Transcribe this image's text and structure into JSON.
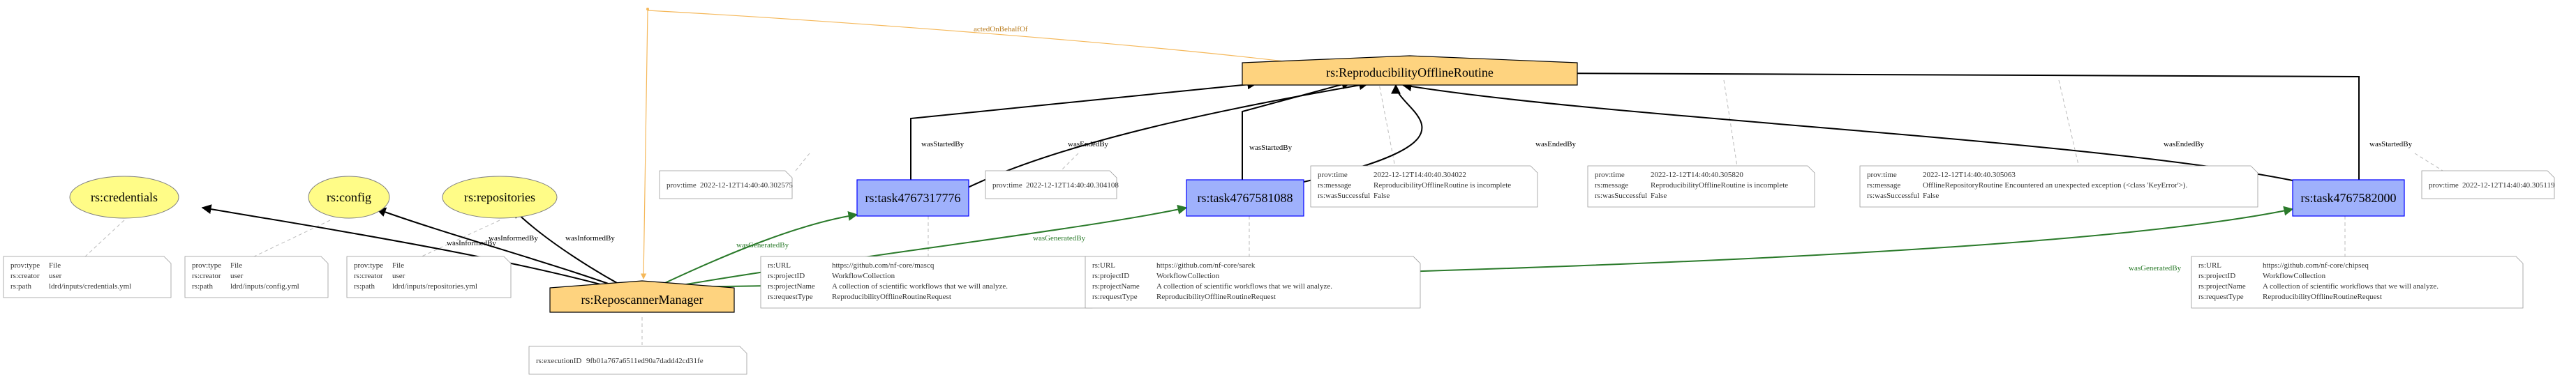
{
  "nodes": {
    "routine": "rs:ReproducibilityOfflineRoutine",
    "manager": "rs:ReposcannerManager",
    "credentials": "rs:credentials",
    "config": "rs:config",
    "repositories": "rs:repositories",
    "task1": "rs:task4767317776",
    "task2": "rs:task4767581088",
    "task3": "rs:task4767582000"
  },
  "edges": {
    "actedOnBehalfOf": "actedOnBehalfOf",
    "wasStartedBy": "wasStartedBy",
    "wasEndedBy": "wasEndedBy",
    "wasInformedBy": "wasInformedBy",
    "wasGeneratedBy": "wasGeneratedBy"
  },
  "notes": {
    "t1_start": {
      "k": "prov:time",
      "v": "2022-12-12T14:40:40.302575"
    },
    "t1_end": {
      "k": "prov:time",
      "v": "2022-12-12T14:40:40.304108"
    },
    "t2_end": [
      {
        "k": "prov:time",
        "v": "2022-12-12T14:40:40.304022"
      },
      {
        "k": "rs:message",
        "v": "ReproducibilityOfflineRoutine is incomplete"
      },
      {
        "k": "rs:wasSuccessful",
        "v": "False"
      }
    ],
    "t2_start": [
      {
        "k": "prov:time",
        "v": "2022-12-12T14:40:40.305820"
      },
      {
        "k": "rs:message",
        "v": "ReproducibilityOfflineRoutine is incomplete"
      },
      {
        "k": "rs:wasSuccessful",
        "v": "False"
      }
    ],
    "t3_end": [
      {
        "k": "prov:time",
        "v": "2022-12-12T14:40:40.305063"
      },
      {
        "k": "rs:message",
        "v": "OfflineRepositoryRoutine Encountered an unexpected exception (<class 'KeyError'>)."
      },
      {
        "k": "rs:wasSuccessful",
        "v": "False"
      }
    ],
    "t3_start": {
      "k": "prov:time",
      "v": "2022-12-12T14:40:40.305119"
    },
    "credentials": [
      {
        "k": "prov:type",
        "v": "File"
      },
      {
        "k": "rs:creator",
        "v": "user"
      },
      {
        "k": "rs:path",
        "v": "ldrd/inputs/credentials.yml"
      }
    ],
    "config": [
      {
        "k": "prov:type",
        "v": "File"
      },
      {
        "k": "rs:creator",
        "v": "user"
      },
      {
        "k": "rs:path",
        "v": "ldrd/inputs/config.yml"
      }
    ],
    "repositories": [
      {
        "k": "prov:type",
        "v": "File"
      },
      {
        "k": "rs:creator",
        "v": "user"
      },
      {
        "k": "rs:path",
        "v": "ldrd/inputs/repositories.yml"
      }
    ],
    "task1": [
      {
        "k": "rs:URL",
        "v": "https://github.com/nf-core/mascq"
      },
      {
        "k": "rs:projectID",
        "v": "WorkflowCollection"
      },
      {
        "k": "rs:projectName",
        "v": "A collection of scientific workflows that we will analyze."
      },
      {
        "k": "rs:requestType",
        "v": "ReproducibilityOfflineRoutineRequest"
      }
    ],
    "task2": [
      {
        "k": "rs:URL",
        "v": "https://github.com/nf-core/sarek"
      },
      {
        "k": "rs:projectID",
        "v": "WorkflowCollection"
      },
      {
        "k": "rs:projectName",
        "v": "A collection of scientific workflows that we will analyze."
      },
      {
        "k": "rs:requestType",
        "v": "ReproducibilityOfflineRoutineRequest"
      }
    ],
    "task3": [
      {
        "k": "rs:URL",
        "v": "https://github.com/nf-core/chipseq"
      },
      {
        "k": "rs:projectID",
        "v": "WorkflowCollection"
      },
      {
        "k": "rs:projectName",
        "v": "A collection of scientific workflows that we will analyze."
      },
      {
        "k": "rs:requestType",
        "v": "ReproducibilityOfflineRoutineRequest"
      }
    ],
    "manager": {
      "k": "rs:executionID",
      "v": "9fb01a767a6511ed90a7dadd42cd31fe"
    }
  }
}
